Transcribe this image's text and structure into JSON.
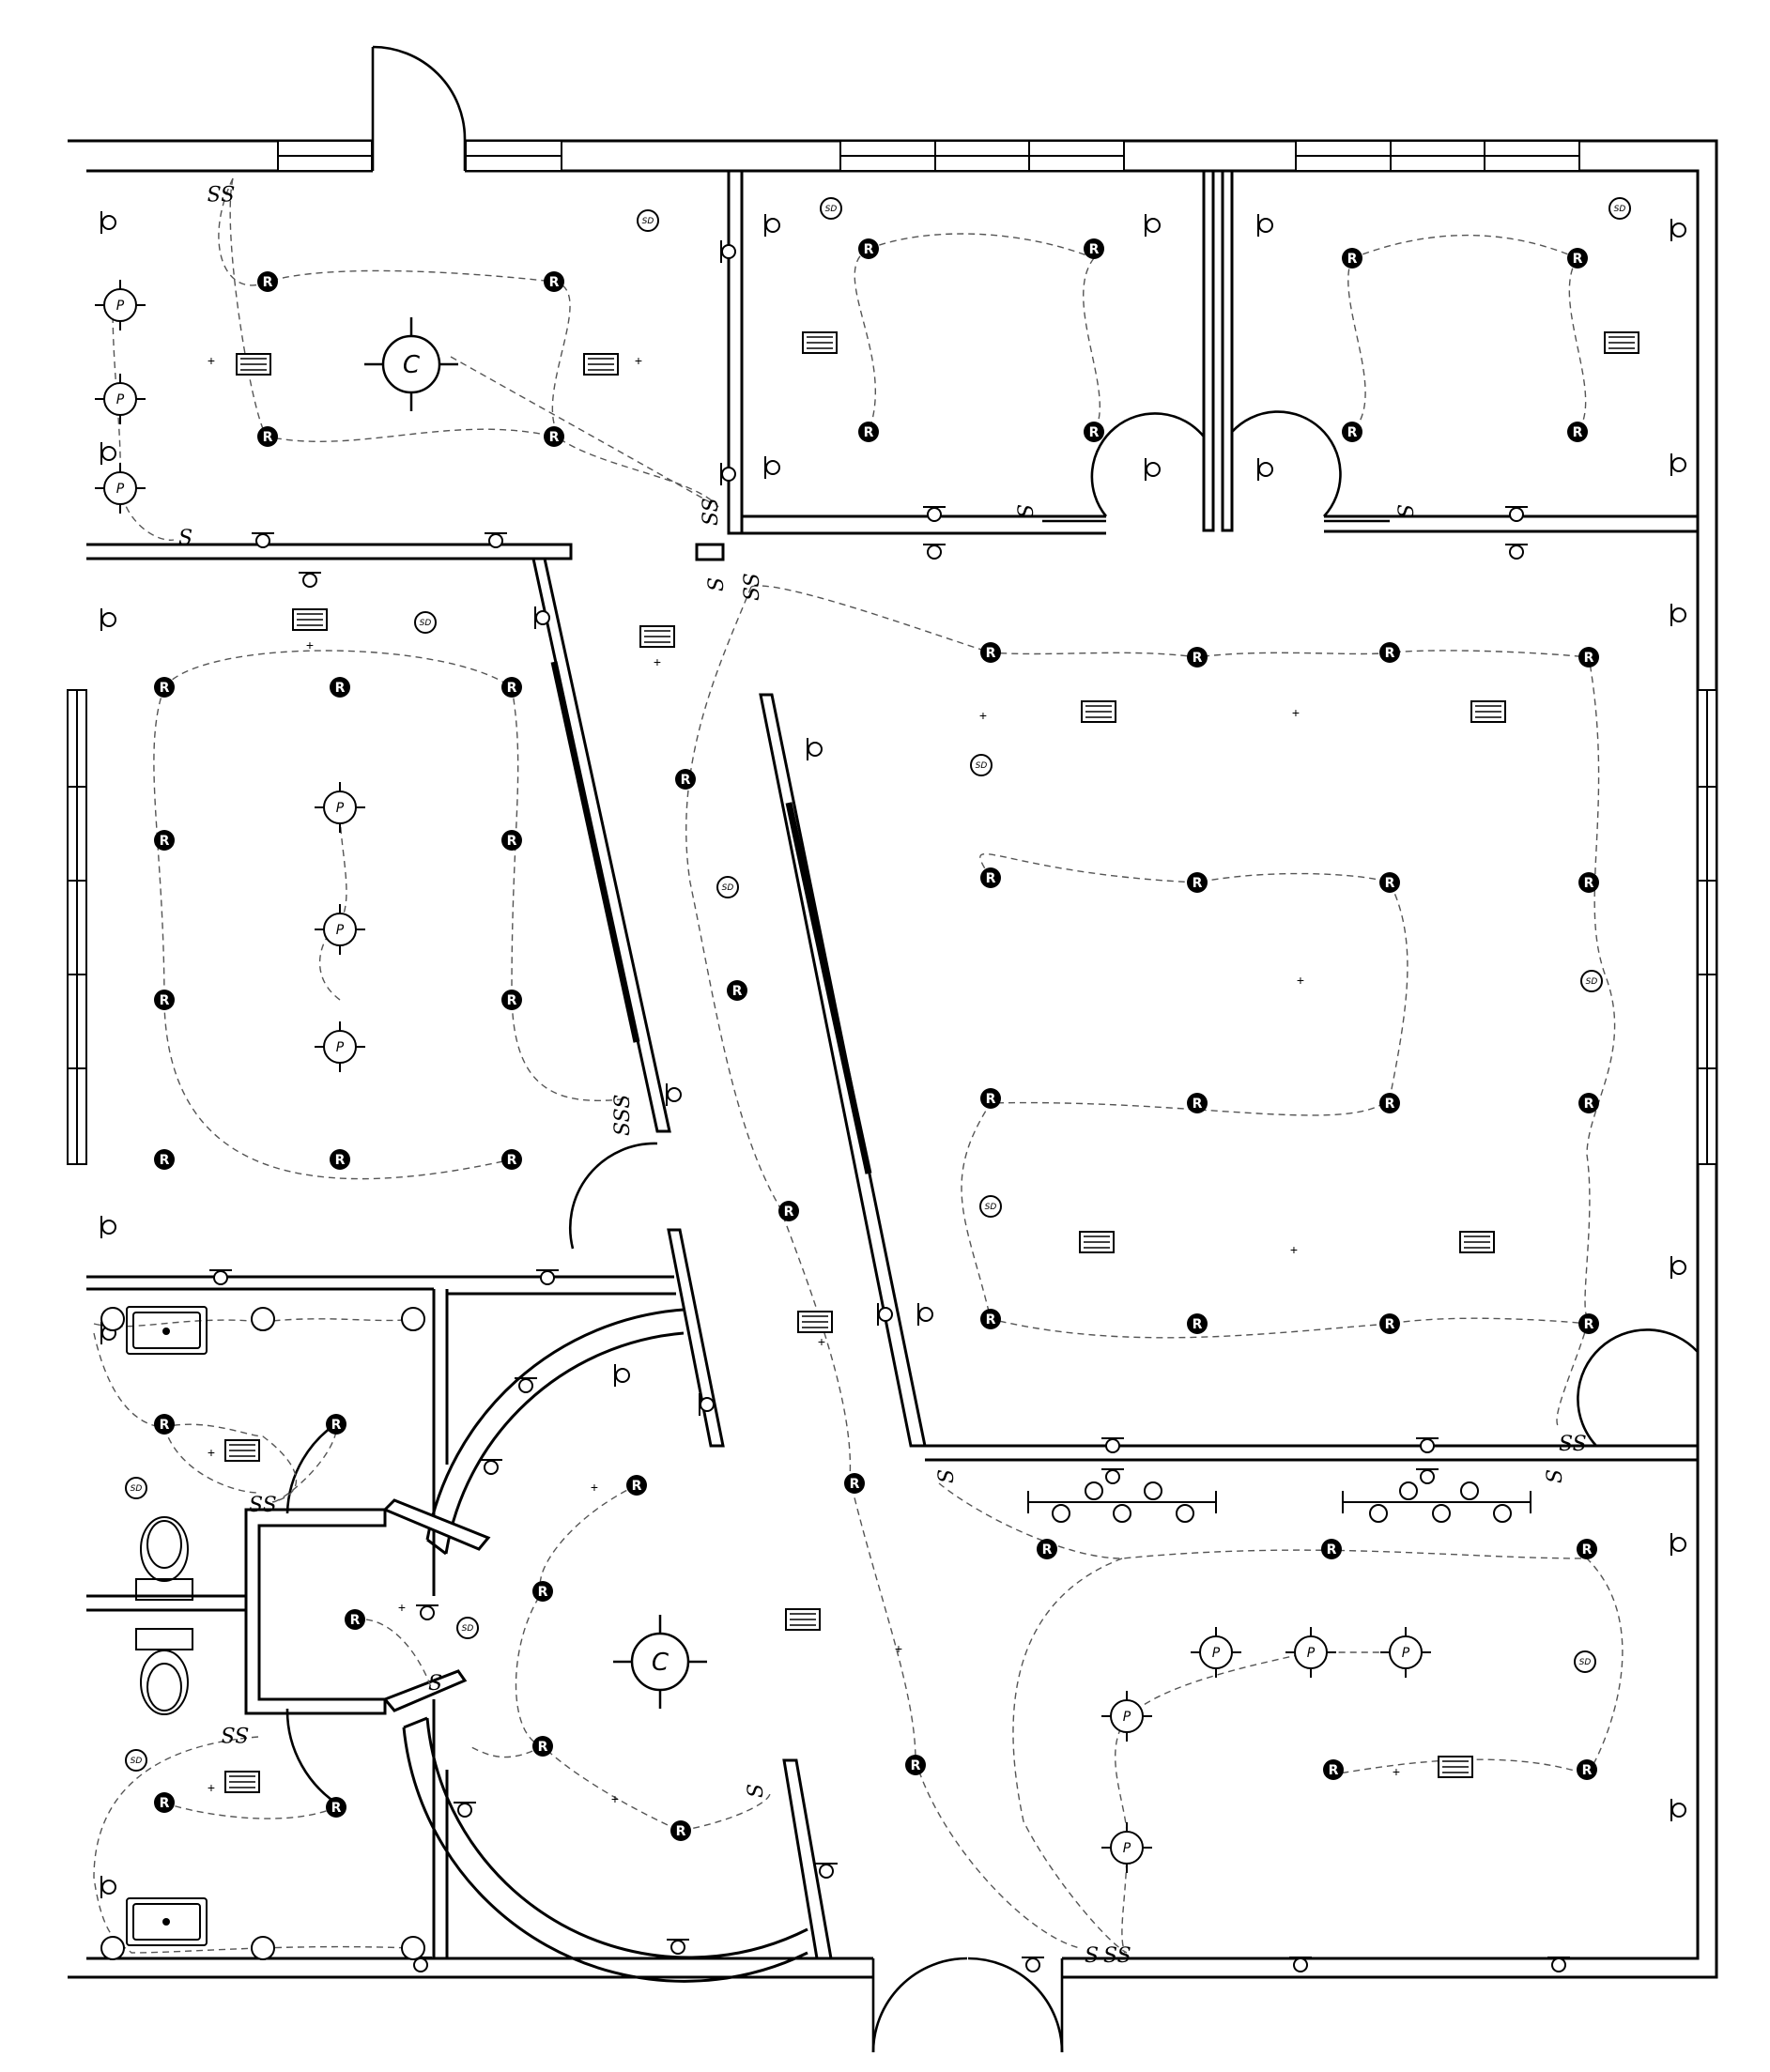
{
  "drawing": {
    "symbols": {
      "recessed": "R",
      "pendant": "P",
      "chandelier": "C",
      "smoke": "SD",
      "switch": "S"
    }
  },
  "colors": {
    "ink": "#000000",
    "paper": "#ffffff",
    "wire": "#555555"
  }
}
